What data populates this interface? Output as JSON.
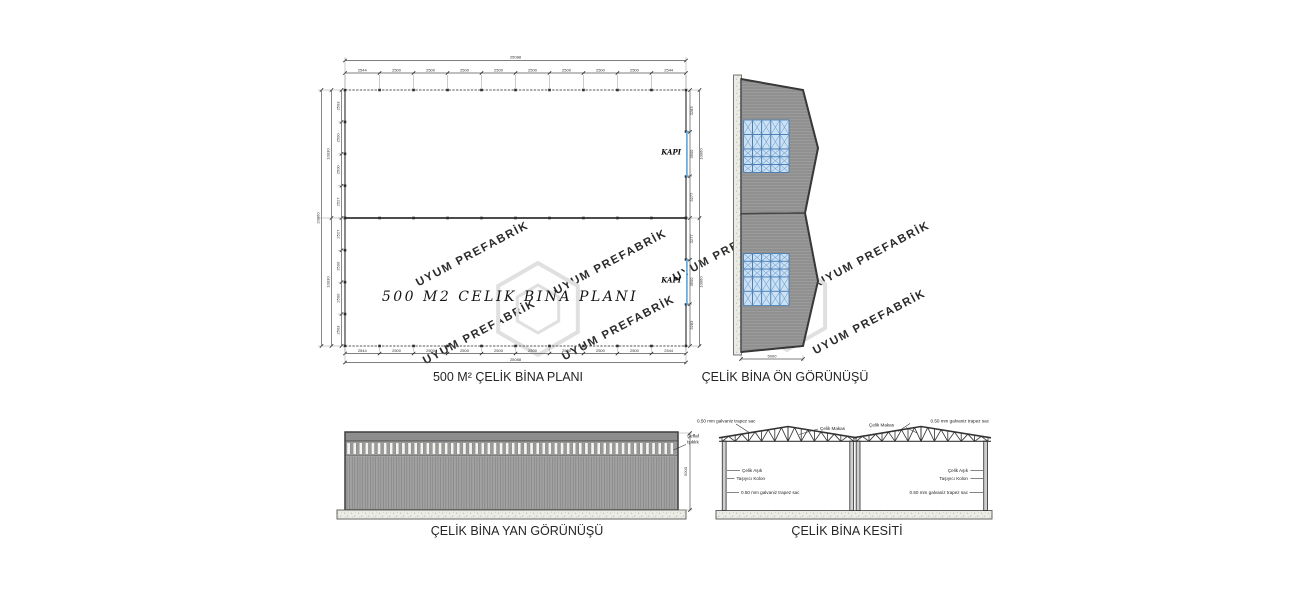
{
  "watermark": {
    "text": "UYUM PREFABRİK",
    "color": "#d9d9d9"
  },
  "plan": {
    "caption": "500 M² ÇELİK BİNA PLANI",
    "interior_title": "500 M2 CELIK BINA PLANI",
    "door_label": "KAPI",
    "dims": {
      "total_width": "25088",
      "top_segments": [
        "2544",
        "2500",
        "2500",
        "2500",
        "2500",
        "2500",
        "2500",
        "2500",
        "2500",
        "2544"
      ],
      "bottom_segments": [
        "2544",
        "2500",
        "2500",
        "2500",
        "2500",
        "2500",
        "2500",
        "2500",
        "2500",
        "2544"
      ],
      "left_total": "20060",
      "left_halves": [
        "10030",
        "10030"
      ],
      "left_segments": [
        "2503",
        "2500",
        "2500",
        "2527",
        "2527",
        "2500",
        "2500",
        "2503"
      ],
      "right_halves": [
        "10060",
        "10060"
      ],
      "right_segments": [
        "3283",
        "3500",
        "3277",
        "3277",
        "3500",
        "3283"
      ]
    }
  },
  "front_view": {
    "caption": "ÇELİK BİNA ÖN GÖRÜNÜŞÜ",
    "width_dim": "5000"
  },
  "side_view": {
    "caption": "ÇELİK BİNA YAN GÖRÜNÜŞÜ",
    "height_dim": "5000",
    "skylight_label_lines": [
      "Şeffaf",
      "Işıklık"
    ]
  },
  "section": {
    "caption": "ÇELİK BİNA KESİTİ",
    "labels": {
      "galvaniz_sheet": "0.50 mm galvaniz trapez sac",
      "steel_truss": "Çelik Makas",
      "steel_purlin": "Çelik Aşık",
      "carrier_column": "Taşıyıcı Kolon"
    }
  },
  "colors": {
    "drawing_gray": "#9b9b9b",
    "line_dark": "#3f3f3f",
    "window_blue": "#cde1f4",
    "window_frame": "#3c74ad",
    "door_blue": "#4f9fd8",
    "concrete": "#ecece7"
  }
}
